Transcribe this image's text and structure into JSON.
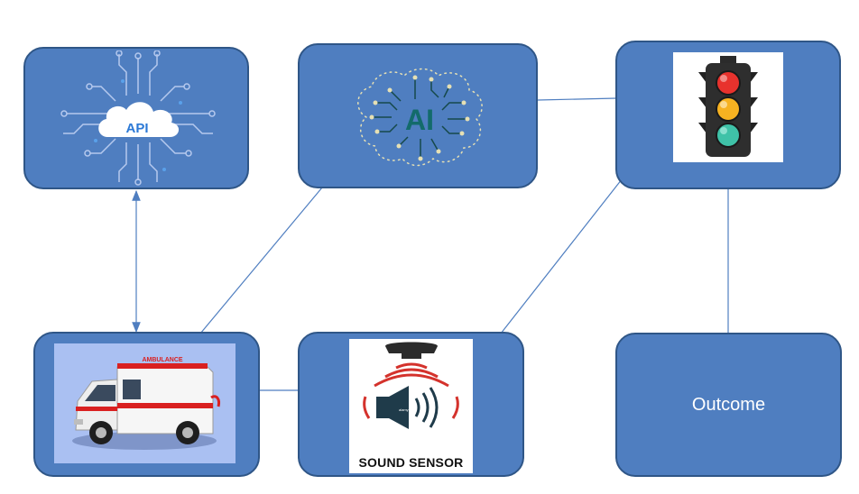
{
  "colors": {
    "node_fill": "#4f7ec0",
    "node_border": "#2f5687",
    "connector": "#4f7ec0",
    "background": "#ffffff"
  },
  "nodes": {
    "api": {
      "icon": "api-cloud-circuit-icon",
      "text": "API"
    },
    "ai": {
      "icon": "ai-brain-circuit-icon",
      "text": "AI"
    },
    "traffic_light": {
      "icon": "traffic-light-icon"
    },
    "ambulance": {
      "icon": "ambulance-icon",
      "vehicle_text": "AMBULANCE"
    },
    "sound_sensor": {
      "icon": "sound-sensor-icon",
      "caption": "SOUND SENSOR"
    },
    "outcome": {
      "label": "Outcome"
    }
  },
  "edges": [
    {
      "from": "api",
      "to": "ambulance",
      "style": "bidirectional-arrow"
    },
    {
      "from": "ai",
      "to": "ambulance",
      "style": "line"
    },
    {
      "from": "ai",
      "to": "traffic_light",
      "style": "line"
    },
    {
      "from": "ambulance",
      "to": "sound_sensor",
      "style": "line"
    },
    {
      "from": "sound_sensor",
      "to": "traffic_light",
      "style": "line"
    },
    {
      "from": "traffic_light",
      "to": "outcome",
      "style": "line"
    }
  ]
}
